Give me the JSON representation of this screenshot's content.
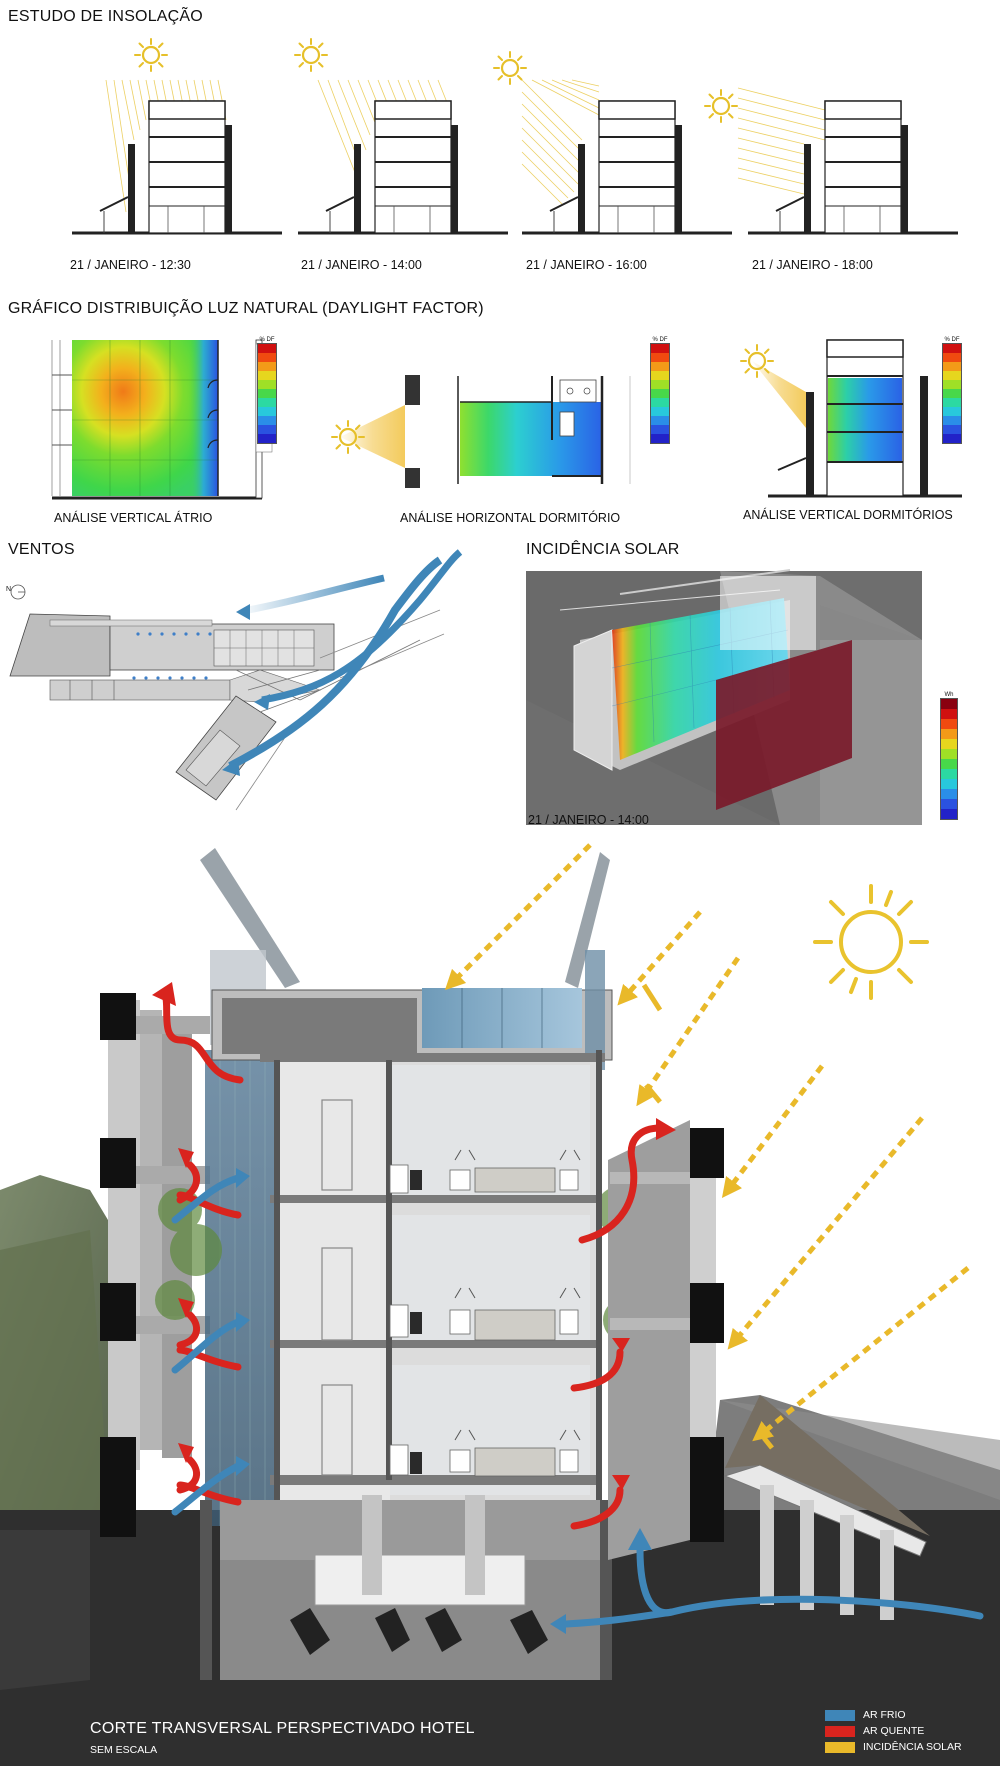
{
  "sections": {
    "insolation_title": "ESTUDO DE INSOLAÇÃO",
    "daylight_title": "GRÁFICO DISTRIBUIÇÃO LUZ NATURAL (DAYLIGHT FACTOR)",
    "winds_title": "VENTOS",
    "solar_title": "INCIDÊNCIA SOLAR"
  },
  "insolation_captions": [
    "21 / JANEIRO - 12:30",
    "21 / JANEIRO - 14:00",
    "21 / JANEIRO - 16:00",
    "21 / JANEIRO - 18:00"
  ],
  "daylight": {
    "captions": [
      "ANÁLISE VERTICAL ÁTRIO",
      "ANÁLISE HORIZONTAL DORMITÓRIO",
      "ANÁLISE VERTICAL DORMITÓRIOS"
    ],
    "scale_title": "% DF",
    "scale_colors": [
      "#d01010",
      "#f04a10",
      "#f39a18",
      "#e6d61e",
      "#9fe026",
      "#48d84a",
      "#2cd9a2",
      "#28c8dc",
      "#2a8ee8",
      "#2a52e0",
      "#2222c8"
    ]
  },
  "winds": {
    "north_label": "N"
  },
  "solar": {
    "caption": "21 / JANEIRO - 14:00",
    "scale_title": "Wh",
    "scale_colors": [
      "#8a0010",
      "#d01010",
      "#f04a10",
      "#f39a18",
      "#e6d61e",
      "#9fe026",
      "#48d84a",
      "#2cd9a2",
      "#28c8dc",
      "#2a8ee8",
      "#2a52e0",
      "#2222c8"
    ]
  },
  "section_drawing": {
    "title": "CORTE TRANSVERSAL PERSPECTIVADO HOTEL",
    "subtitle": "SEM ESCALA",
    "legend": [
      {
        "label": "AR FRIO",
        "color": "#3f86b8"
      },
      {
        "label": "AR QUENTE",
        "color": "#d9241e"
      },
      {
        "label": "INCIDÊNCIA SOLAR",
        "color": "#e9b92a"
      }
    ]
  }
}
